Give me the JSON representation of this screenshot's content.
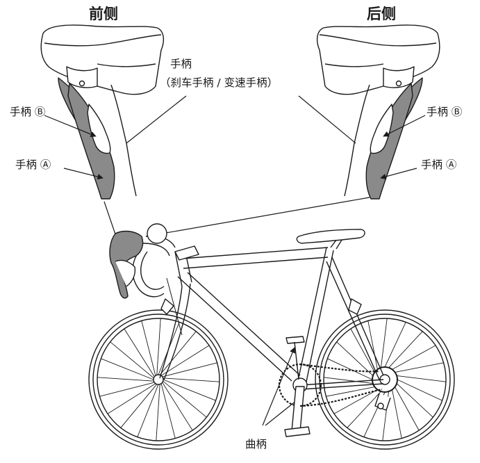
{
  "titles": {
    "front": "前侧",
    "rear": "后侧"
  },
  "labels": {
    "lever_line1": "手柄",
    "lever_line2": "（刹车手柄 / 变速手柄）",
    "lever_b_left": "手柄 Ⓑ",
    "lever_a_left": "手柄 Ⓐ",
    "lever_b_right": "手柄 Ⓑ",
    "lever_a_right": "手柄 Ⓐ",
    "crank": "曲柄"
  },
  "colors": {
    "lever_gray": "#8a8a8a",
    "outline": "#1a1a1a",
    "fill": "#ffffff"
  }
}
